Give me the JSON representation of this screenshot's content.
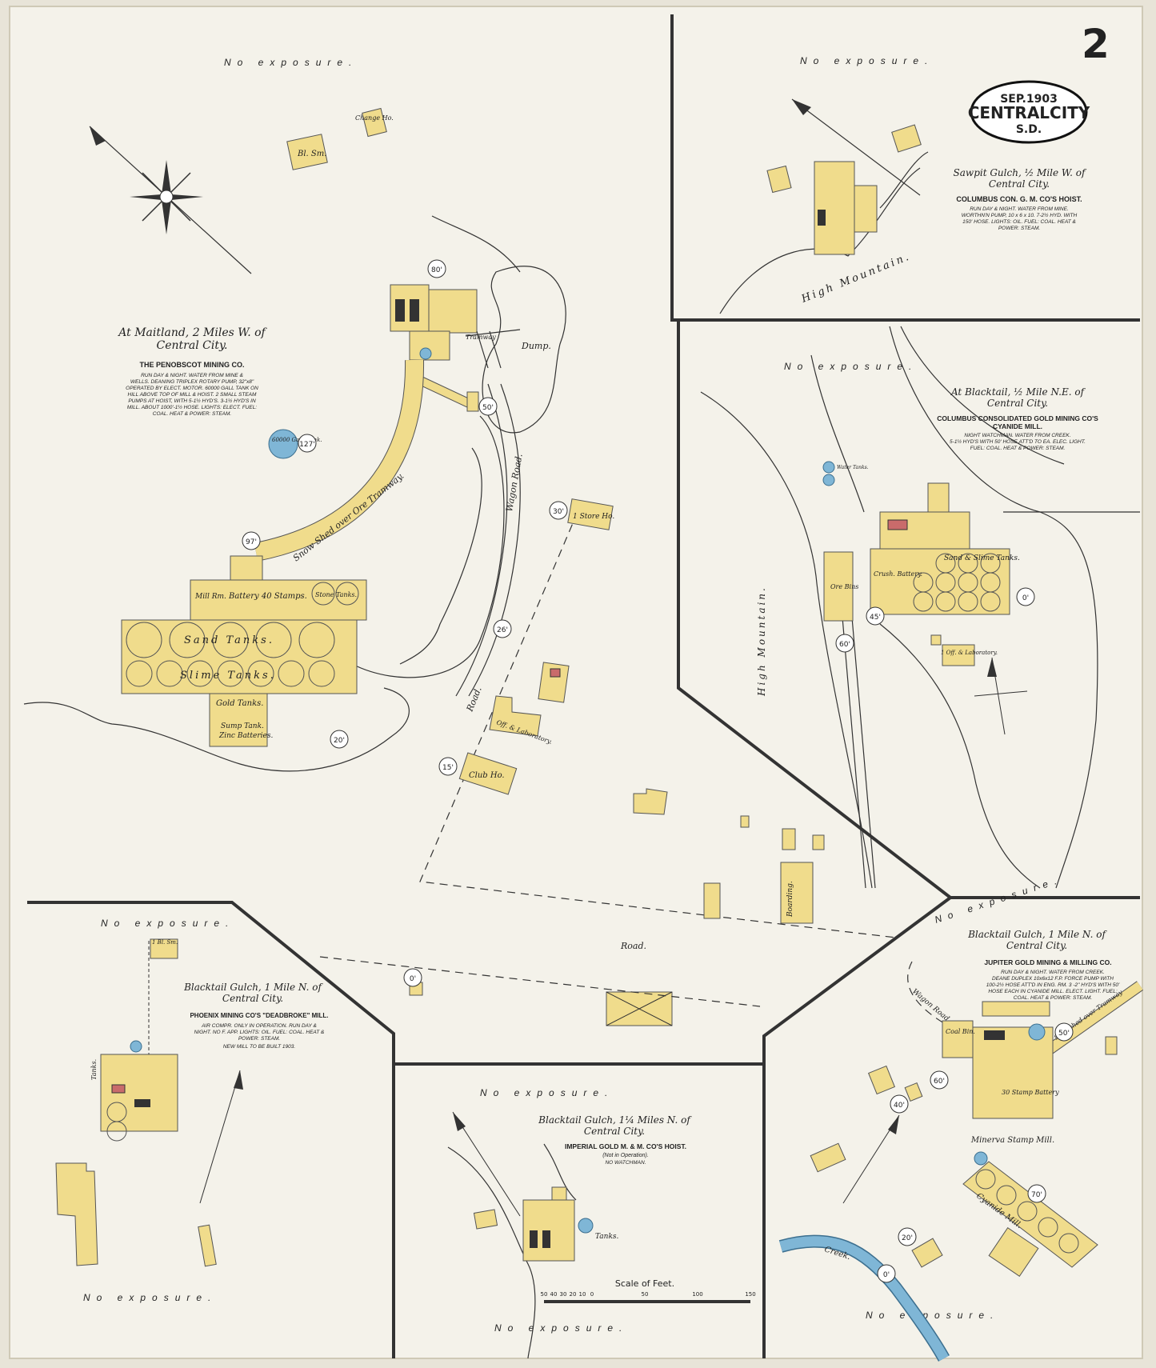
{
  "sheet": {
    "number": "2",
    "stamp_date": "SEP.1903",
    "stamp_city": "CENTRALCITY",
    "stamp_state": "S.D."
  },
  "colors": {
    "frame_wood": "#f0dc8c",
    "brick": "#c96b6b",
    "water": "#7fb6d6",
    "paper": "#f4f2ea"
  },
  "panels": {
    "maitland": {
      "location": "At Maitland, 2 Miles W. of",
      "location2": "Central City.",
      "company": "THE PENOBSCOT MINING CO.",
      "notes": [
        "RUN DAY & NIGHT. WATER FROM MINE &",
        "WELLS. DEANING TRIPLEX ROTARY PUMP, 32\"x8\"",
        "OPERATED BY ELECT. MOTOR. 60000 GALL TANK ON",
        "HILL ABOVE TOP OF MILL & HOIST. 2 SMALL STEAM",
        "PUMPS AT HOIST, WITH 5-1½ HYD'S. 3-1½ HYD'S IN",
        "MILL. ABOUT 1000'-1½ HOSE. LIGHTS: ELECT. FUEL:",
        "COAL. HEAT & POWER: STEAM."
      ],
      "no_exposure": "No exposure.",
      "tank_label": "60000 Gall. Tank.",
      "sand_tanks": "Sand Tanks.",
      "slime_tanks": "Slime Tanks.",
      "battery": "Battery 40 Stamps.",
      "gold_tanks": "Gold Tanks.",
      "sump": "Sump Tank.",
      "zinc": "Zinc Batteries.",
      "mill_rm": "Mill Rm.",
      "stone_tanks": "Stone Tanks.",
      "snow_shed": "Snow Shed over Ore Tramway.",
      "tramway": "Tramway",
      "dump": "Dump.",
      "wagon_road": "Wagon Road.",
      "road": "Road.",
      "road2": "Road.",
      "store": "1 Store Ho.",
      "office": "Off. & Laboratory.",
      "club": "Club Ho.",
      "boarding": "Boarding.",
      "bl_sm": "Bl. Sm.",
      "change_ho": "Change Ho.",
      "elevations": [
        "80'",
        "50'",
        "127'",
        "97'",
        "26'",
        "30'",
        "20'",
        "15'",
        "0'"
      ]
    },
    "sawpit": {
      "no_exposure": "No exposure.",
      "location": "Sawpit Gulch, ½ Mile W. of",
      "location2": "Central City.",
      "company": "COLUMBUS CON. G. M. CO'S HOIST.",
      "notes": [
        "RUN DAY & NIGHT. WATER FROM MINE.",
        "WORTHN'N PUMP, 10 x 6 x 10. 7-2½ HYD. WITH",
        "150' HOSE. LIGHTS: OIL. FUEL: COAL. HEAT &",
        "POWER: STEAM."
      ],
      "mountain": "High Mountain."
    },
    "blacktail_cyanide": {
      "no_exposure": "No exposure.",
      "location": "At Blacktail, ½ Mile N.E. of",
      "location2": "Central City.",
      "company": "COLUMBUS CONSOLIDATED GOLD MINING CO'S",
      "company2": "CYANIDE MILL.",
      "notes": [
        "NIGHT WATCHMAN. WATER FROM CREEK.",
        "5-1½ HYD'S WITH 50' HOSE ATT'D TO EA. ELEC. LIGHT.",
        "FUEL: COAL. HEAT & POWER: STEAM."
      ],
      "mountain": "High Mountain.",
      "crush": "Crush. Battery.",
      "sand": "Sand & Slime Tanks.",
      "lab": "1 Off. & Laboratory.",
      "ore_bins": "Ore Bins",
      "water_tanks": "Water Tanks.",
      "elevations": [
        "0'",
        "45'",
        "60'"
      ]
    },
    "deadbroke": {
      "no_exposure_top": "No exposure.",
      "no_exposure_bottom": "No exposure.",
      "location": "Blacktail Gulch, 1 Mile N. of",
      "location2": "Central City.",
      "company": "PHOENIX MINING CO'S \"DEADBROKE\" MILL.",
      "notes": [
        "AIR COMPR. ONLY IN OPERATION. RUN DAY &",
        "NIGHT. NO F. APP. LIGHTS: OIL. FUEL: COAL. HEAT &",
        "POWER: STEAM.",
        "NEW MILL TO BE BUILT 1903."
      ],
      "tanks": "Tanks.",
      "bl_sm": "1 Bl. Sm."
    },
    "imperial": {
      "no_exposure_top": "No exposure.",
      "no_exposure_bottom": "No exposure.",
      "location": "Blacktail Gulch, 1¼ Miles N. of",
      "location2": "Central City.",
      "company": "IMPERIAL GOLD M. & M. CO'S HOIST.",
      "notes": [
        "(Not in Operation).",
        "NO WATCHMAN."
      ],
      "tanks": "Tanks.",
      "scale_title": "Scale of Feet.",
      "scale_ticks": [
        "50",
        "40",
        "30",
        "20",
        "10",
        "0",
        "50",
        "100",
        "150"
      ]
    },
    "jupiter": {
      "no_exposure": "No exposure.",
      "no_exposure_bottom": "No exposure.",
      "location": "Blacktail Gulch, 1 Mile N. of",
      "location2": "Central City.",
      "company": "JUPITER GOLD MINING & MILLING CO.",
      "notes": [
        "RUN DAY & NIGHT. WATER FROM CREEK.",
        "DEANE DUPLEX 10x6x12 F.P. FORCE PUMP WITH",
        "100-2½ HOSE ATT'D IN ENG. RM. 3 -2\" HYD'S WITH 50'",
        "HOSE EACH IN CYANIDE MILL. ELECT. LIGHT. FUEL:",
        "COAL. HEAT & POWER: STEAM."
      ],
      "stamp_mill": "Minerva Stamp Mill.",
      "battery": "30 Stamp Battery",
      "cyanide": "Cyanide Mill.",
      "creek": "Creek.",
      "wagon_road": "Wagon Road.",
      "tramway": "Snowshed over Tramway",
      "coal_bin": "Coal Bin.",
      "elevations": [
        "50'",
        "60'",
        "40'",
        "70'",
        "20'",
        "0'"
      ]
    }
  }
}
